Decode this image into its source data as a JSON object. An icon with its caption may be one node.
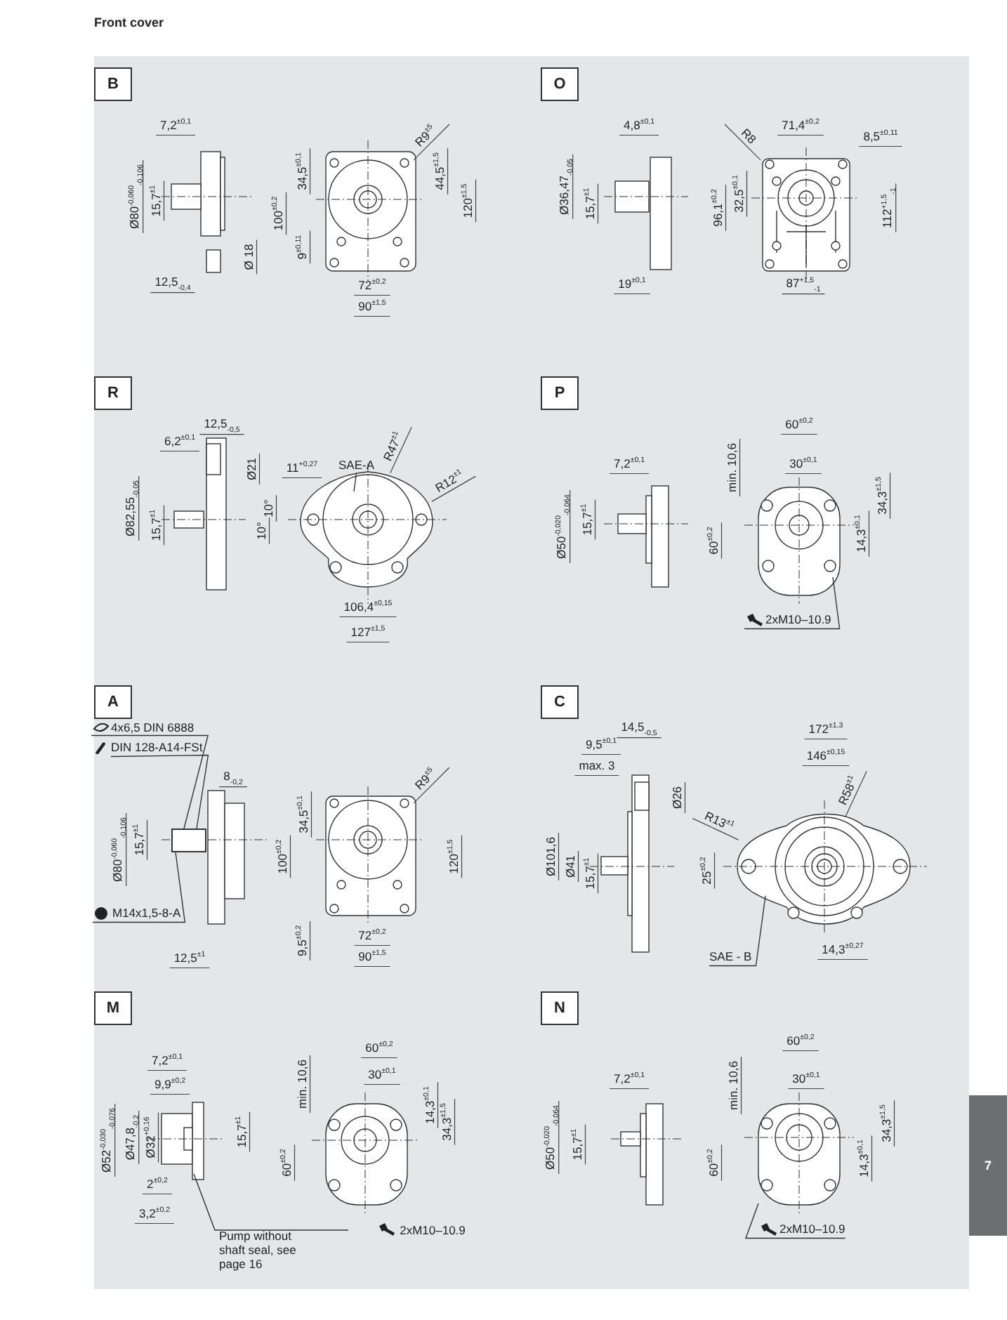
{
  "diagram": {
    "title": "Front cover",
    "nodes": [
      {
        "text": [
          "B"
        ]
      },
      {
        "text": [
          "O"
        ]
      },
      {
        "text": [
          "R"
        ]
      },
      {
        "text": [
          "P"
        ]
      },
      {
        "text": [
          "A"
        ]
      },
      {
        "text": [
          "C"
        ]
      },
      {
        "text": [
          "M"
        ]
      },
      {
        "text": [
          "N"
        ]
      },
      {
        "text": [
          "SAE-A"
        ]
      },
      {
        "text": [
          "2xM10–10.9"
        ]
      },
      {
        "text": [
          "4x6,5 DIN 6888"
        ]
      },
      {
        "text": [
          "DIN 128-A14-FSt"
        ]
      },
      {
        "text": [
          "M14x1,5-8-A"
        ]
      },
      {
        "text": [
          "SAE - B"
        ]
      },
      {
        "text": [
          "Pump without shaft seal, see page 16"
        ]
      },
      {
        "text": [
          "2xM10–10.9"
        ]
      },
      {
        "text": [],
        "shape": "box"
      }
    ],
    "edges": [
      {
        "from": 8,
        "to": null,
        "arrow": "none"
      },
      {
        "from": 9,
        "to": null,
        "arrow": "none"
      },
      {
        "from": 10,
        "to": 16,
        "arrow": "none"
      },
      {
        "from": 11,
        "to": 16,
        "arrow": "none"
      },
      {
        "from": 12,
        "to": 16,
        "arrow": "none"
      },
      {
        "from": 13,
        "to": null,
        "arrow": "none"
      },
      {
        "from": 14,
        "to": null,
        "arrow": "none"
      },
      {
        "from": 15,
        "to": null,
        "arrow": "none"
      }
    ],
    "labels": [
      "7,2$^{±0,1}$",
      "Ø80$^{-0,060}$$_{-0,106}$",
      "15,7$^{±1}$",
      "Ø 18",
      "12,5$_{-0,4}$",
      "100$^{±0,2}$",
      "34,5$^{±0,1}$",
      "9$^{±0,11}$",
      "R9$^{±5}$",
      "44,5$^{±1,5}$",
      "120$^{±1,5}$",
      "72$^{±0,2}$",
      "90$^{±1,5}$",
      "4,8$^{±0,1}$",
      "Ø36,47$_{-0,05}$",
      "15,7$^{±1}$",
      "19$^{±0,1}$",
      "R8",
      "71,4$^{±0,2}$",
      "8,5$^{±0,11}$",
      "96,1$^{±0,2}$",
      "32,5$^{±0,1}$",
      "112$^{+1,5}$$_{-1}$",
      "87$^{+1,5}$$_{-1}$",
      "12,5$_{-0,5}$",
      "6,2$^{±0,1}$",
      "Ø21",
      "Ø82,55$_{-0,05}$",
      "15,7$^{±1}$",
      "11$^{+0,27}$",
      "10°",
      "10°",
      "R47$^{±1}$",
      "R12$^{±1}$",
      "106,4$^{±0,15}$",
      "127$^{±1,5}$",
      "7,2$^{±0,1}$",
      "Ø50$^{-0,020}$$_{-0,064}$",
      "15,7$^{±1}$",
      "60$^{±0,2}$",
      "min. 10,6",
      "30$^{±0,1}$",
      "34,3$^{±1,5}$",
      "60$^{±0,2}$",
      "14,3$^{±0,1}$",
      "8$_{-0,2}$",
      "Ø80$^{-0,060}$$_{-0,106}$",
      "15,7$^{±1}$",
      "12,5$^{±1}$",
      "34,5$^{±0,1}$",
      "100$^{±0,2}$",
      "R9$^{±5}$",
      "120$^{±1,5}$",
      "9,5$^{±0,2}$",
      "72$^{±0,2}$",
      "90$^{±1,5}$",
      "14,5$_{-0,5}$",
      "9,5$^{±0,1}$",
      "max. 3",
      "Ø26",
      "Ø101,6",
      "Ø41",
      "15,7$^{±1}$",
      "172$^{±1,3}$",
      "146$^{±0,15}$",
      "R13$^{±1}$",
      "R58$^{±1}$",
      "25$^{±0,2}$",
      "14,3$^{±0,27}$",
      "7,2$^{±0,1}$",
      "9,9$^{±0,2}$",
      "Ø52$^{-0,030}$$_{-0,076}$",
      "Ø47,8$_{-0,2}$",
      "Ø32$^{+0,16}$",
      "15,7$^{±1}$",
      "2$^{±0,2}$",
      "3,2$^{±0,2}$",
      "60$^{±0,2}$",
      "min. 10,6",
      "30$^{±0,1}$",
      "14,3$^{±0,1}$",
      "34,3$^{±1,5}$",
      "60$^{±0,2}$",
      "2xM10–10.9",
      "7,2$^{±0,1}$",
      "Ø50$^{-0,020}$$_{-0,064}$",
      "15,7$^{±1}$",
      "60$^{±0,2}$",
      "min. 10,6",
      "30$^{±0,1}$",
      "34,3$^{±1,5}$",
      "60$^{±0,2}$",
      "14,3$^{±0,1}$",
      "7"
    ]
  }
}
